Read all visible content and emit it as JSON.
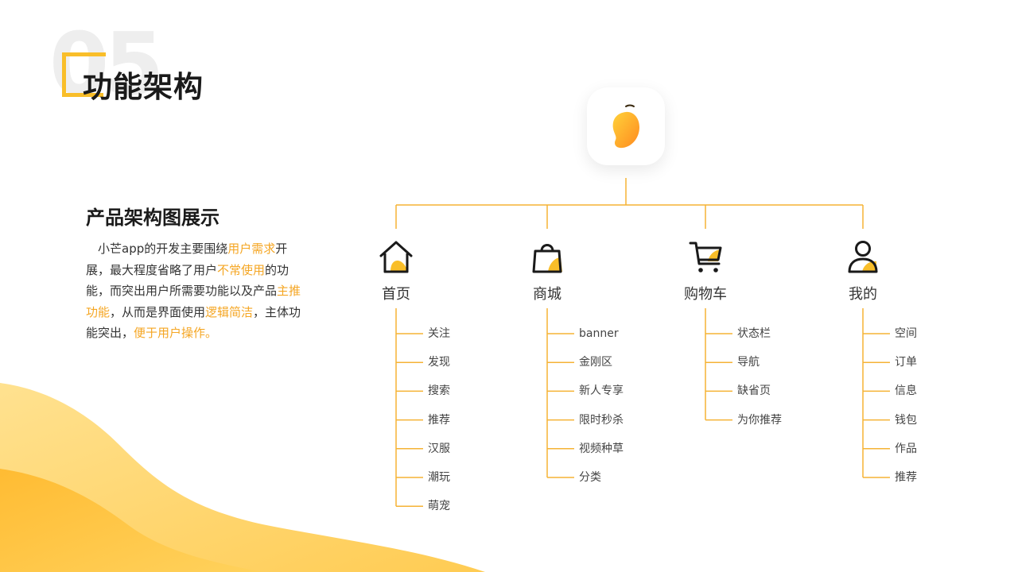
{
  "header": {
    "number": "05",
    "title": "功能架构"
  },
  "section": {
    "title": "产品架构图展示",
    "description": [
      {
        "text": "小芒app的开发主要围绕",
        "hl": false
      },
      {
        "text": "用户需求",
        "hl": true
      },
      {
        "text": "开展，最大程度省略了用户",
        "hl": false
      },
      {
        "text": "不常使用",
        "hl": true
      },
      {
        "text": "的功能，而突出用户所需要功能以及产品",
        "hl": false
      },
      {
        "text": "主推功能",
        "hl": true
      },
      {
        "text": "，从而是界面使用",
        "hl": false
      },
      {
        "text": "逻辑简洁",
        "hl": true
      },
      {
        "text": "，主体功能突出，",
        "hl": false
      },
      {
        "text": "便于用户操作。",
        "hl": true
      }
    ]
  },
  "diagram": {
    "root_icon": "mango-logo-icon",
    "branches": [
      {
        "label": "首页",
        "icon": "home-icon",
        "items": [
          "关注",
          "发现",
          "搜索",
          "推荐",
          "汉服",
          "潮玩",
          "萌宠"
        ]
      },
      {
        "label": "商城",
        "icon": "shopping-bag-icon",
        "items": [
          "banner",
          "金刚区",
          "新人专享",
          "限时秒杀",
          "视频种草",
          "分类"
        ]
      },
      {
        "label": "购物车",
        "icon": "cart-icon",
        "items": [
          "状态栏",
          "导航",
          "缺省页",
          "为你推荐"
        ]
      },
      {
        "label": "我的",
        "icon": "user-icon",
        "items": [
          "空间",
          "订单",
          "信息",
          "钱包",
          "作品",
          "推荐"
        ]
      }
    ]
  },
  "colors": {
    "accent": "#F9BE29",
    "highlight_text": "#F5A623",
    "line": "#F5B335",
    "wave_light": "#FFD978",
    "wave_dark": "#FFC02E"
  }
}
